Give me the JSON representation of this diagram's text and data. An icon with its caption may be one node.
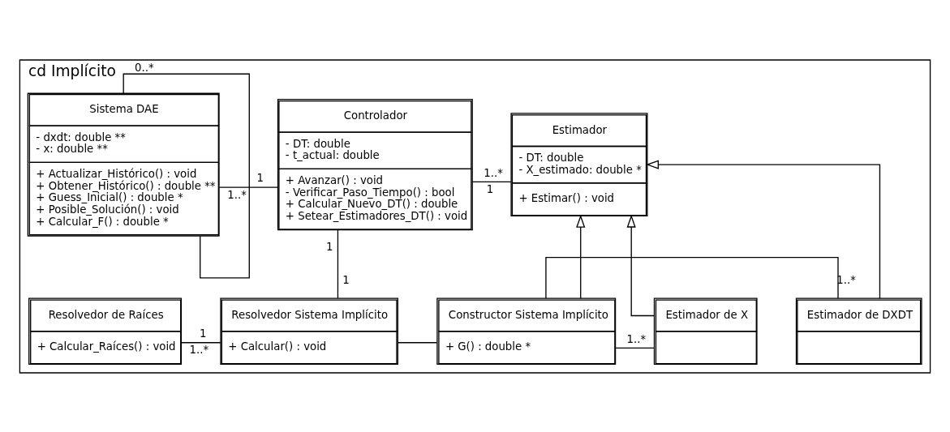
{
  "diagram": {
    "nodes": [
      {
        "text": [
          "cd Implícito"
        ]
      },
      {
        "text": [
          "Sistema DAE",
          "- dxdt: double **",
          "- x: double **",
          "+ Actualizar_Histórico() : void",
          "+ Obtener_Histórico() : double **",
          "+ Guess_Inicial() : double *",
          "+ Posible_Solución() : void",
          "+ Calcular_F() : double *"
        ],
        "in": 0
      },
      {
        "text": [
          "Controlador",
          "- DT: double",
          "- t_actual: double",
          "+ Avanzar() : void",
          "- Verificar_Paso_Tiempo() : bool",
          "+ Calcular_Nuevo_DT() : double",
          "+ Setear_Estimadores_DT() : void"
        ],
        "in": 0
      },
      {
        "text": [
          "Estimador",
          "- DT: double",
          "- X_estimado: double *",
          "+ Estimar() : void"
        ],
        "in": 0
      },
      {
        "text": [
          "Resolvedor de Raíces",
          "+ Calcular_Raíces() : void"
        ],
        "in": 0
      },
      {
        "text": [
          "Resolvedor Sistema Implícito",
          "+ Calcular() : void"
        ],
        "in": 0
      },
      {
        "text": [
          "Constructor Sistema Implícito",
          "+ G() : double *"
        ],
        "in": 0
      },
      {
        "text": [
          "Estimador de X"
        ],
        "in": 0
      },
      {
        "text": [
          "Estimador de DXDT"
        ],
        "in": 0
      }
    ],
    "edges": [
      {
        "from": 1,
        "to": 2,
        "arrow": "none"
      },
      {
        "from": 1,
        "to": 1,
        "arrow": "none"
      },
      {
        "from": 2,
        "to": 3,
        "arrow": "none"
      },
      {
        "from": 2,
        "to": 5,
        "arrow": "none"
      },
      {
        "from": 4,
        "to": 5,
        "arrow": "none"
      },
      {
        "from": 5,
        "to": 6,
        "arrow": "none"
      },
      {
        "from": 6,
        "to": 7,
        "arrow": "none"
      },
      {
        "from": 6,
        "to": 8,
        "arrow": "none"
      },
      {
        "from": 6,
        "to": 3,
        "arrow": "to"
      },
      {
        "from": 7,
        "to": 3,
        "arrow": "to"
      },
      {
        "from": 8,
        "to": 3,
        "arrow": "to"
      }
    ],
    "labels": [
      "1..*",
      "1",
      "1",
      "1..*",
      "0..*",
      "1",
      "1",
      "1..*",
      "1",
      "1..*",
      "1..*"
    ]
  }
}
